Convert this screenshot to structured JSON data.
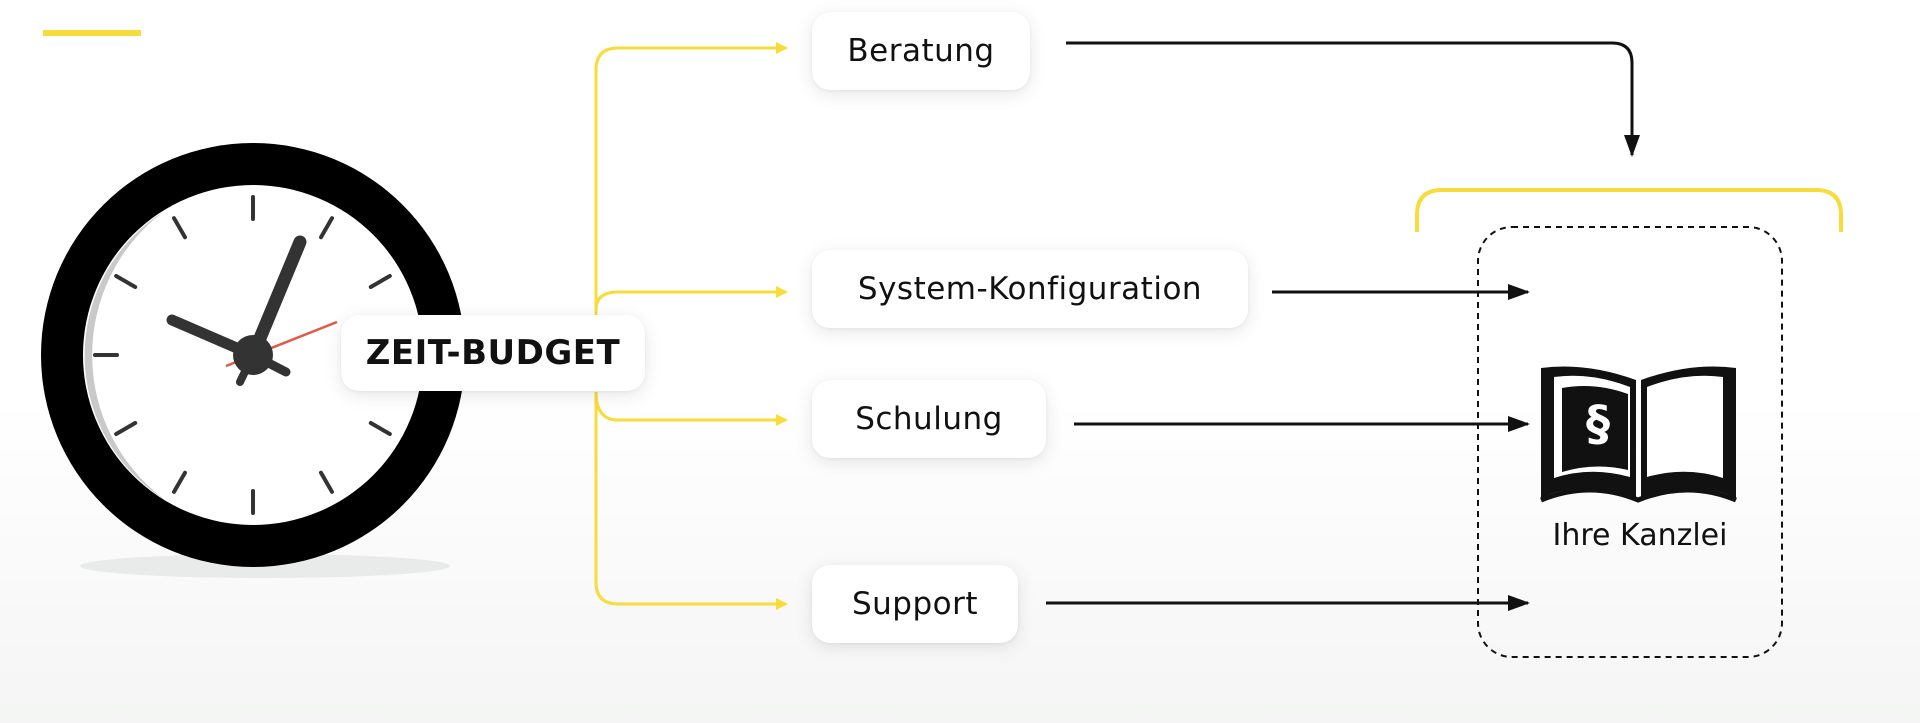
{
  "colors": {
    "accent": "#f7dc3b",
    "line": "#111111",
    "clock_hand_second": "#e25a45"
  },
  "diagram": {
    "center": {
      "label": "ZEIT-BUDGET"
    },
    "services": [
      {
        "label": "Beratung"
      },
      {
        "label": "System-Konfiguration"
      },
      {
        "label": "Schulung"
      },
      {
        "label": "Support"
      }
    ],
    "target": {
      "label": "Ihre Kanzlei",
      "icon": "law-book-icon",
      "symbol": "§"
    }
  },
  "icons": {
    "clock": "clock-icon"
  }
}
